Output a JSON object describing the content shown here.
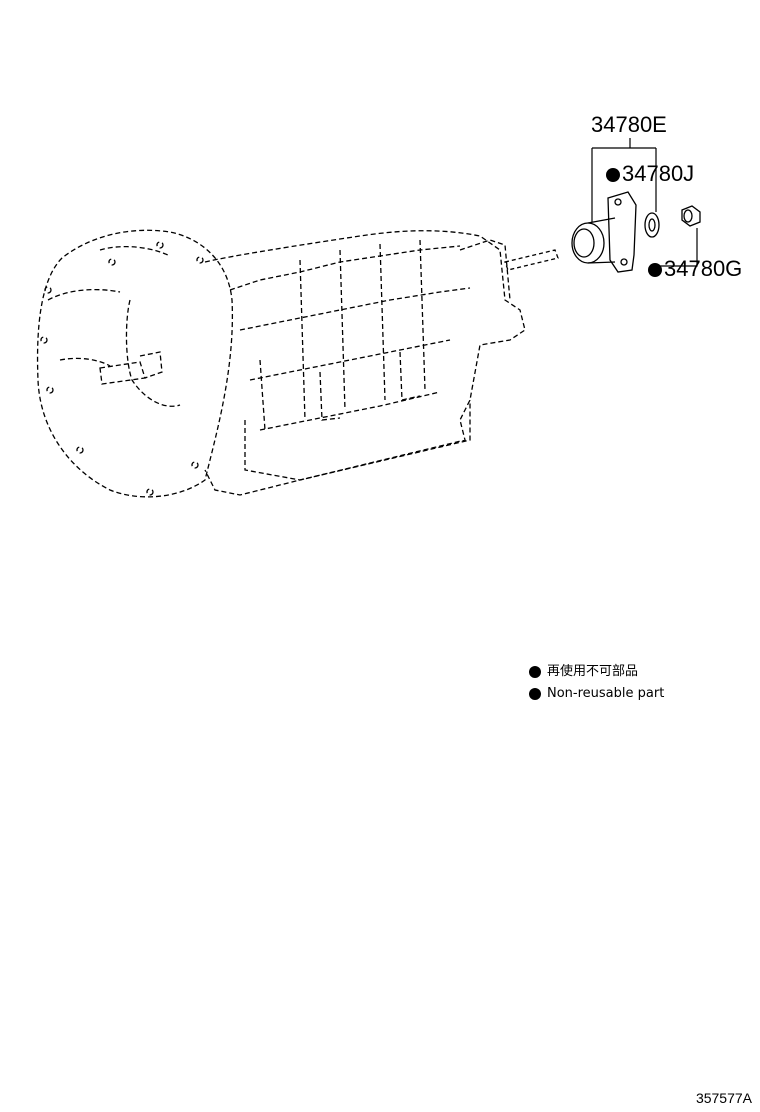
{
  "parts": {
    "assembly": {
      "number": "34780E",
      "non_reusable": false
    },
    "seal": {
      "number": "34780J",
      "non_reusable": true
    },
    "nut": {
      "number": "34780G",
      "non_reusable": true
    }
  },
  "legend": {
    "items": [
      {
        "text": "再使用不可部品"
      },
      {
        "text": "Non-reusable part"
      }
    ]
  },
  "figure_id": "357577A"
}
